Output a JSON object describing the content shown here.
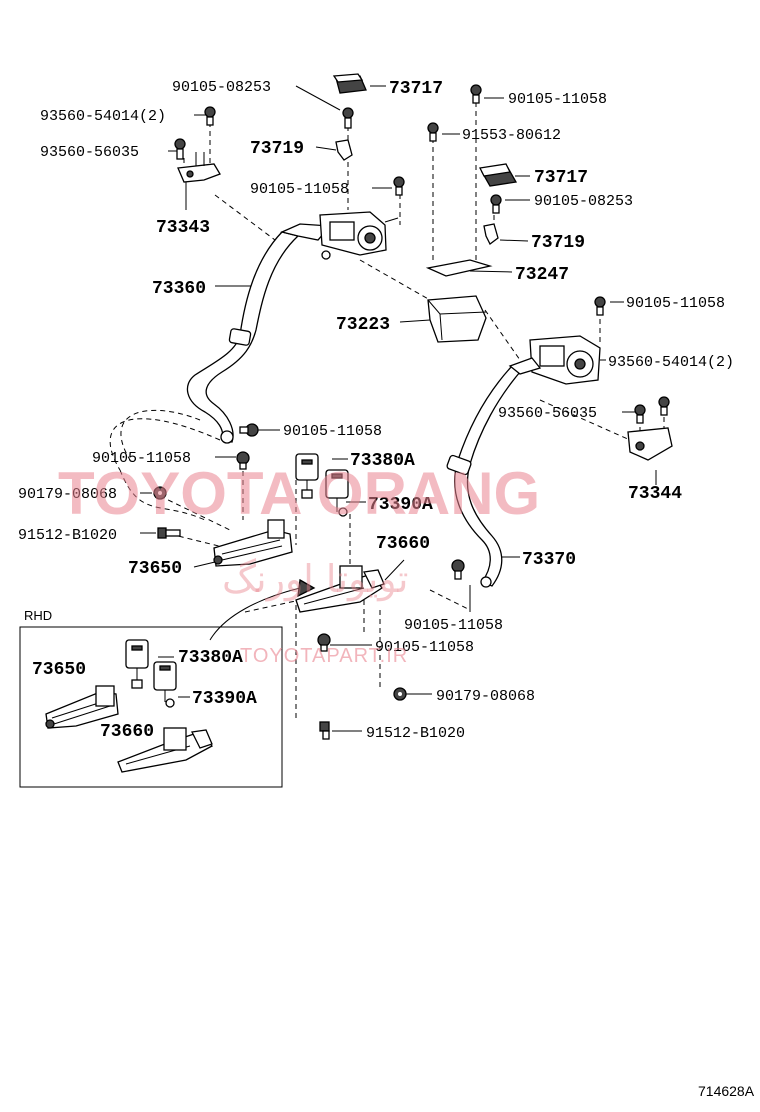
{
  "labels": {
    "l_90105_08253_a": "90105-08253",
    "l_73717_a": "73717",
    "l_90105_11058_a": "90105-11058",
    "l_93560_54014_2_a": "93560-54014(2)",
    "l_93560_56035_a": "93560-56035",
    "l_73719_a": "73719",
    "l_91553_80612": "91553-80612",
    "l_90105_11058_b": "90105-11058",
    "l_73717_b": "73717",
    "l_90105_08253_b": "90105-08253",
    "l_73343": "73343",
    "l_73719_b": "73719",
    "l_73247": "73247",
    "l_73360": "73360",
    "l_90105_11058_c": "90105-11058",
    "l_73223": "73223",
    "l_93560_54014_2_b": "93560-54014(2)",
    "l_93560_56035_b": "93560-56035",
    "l_90105_11058_d": "90105-11058",
    "l_90105_11058_e": "90105-11058",
    "l_73380A_a": "73380A",
    "l_73344": "73344",
    "l_90179_08068_a": "90179-08068",
    "l_73390A_a": "73390A",
    "l_91512_B1020_a": "91512-B1020",
    "l_73660_a": "73660",
    "l_73370": "73370",
    "l_73650_a": "73650",
    "l_90105_11058_f": "90105-11058",
    "l_rhd": "RHD",
    "l_90105_11058_g": "90105-11058",
    "l_73650_b": "73650",
    "l_73380A_b": "73380A",
    "l_90179_08068_b": "90179-08068",
    "l_73390A_b": "73390A",
    "l_73660_b": "73660",
    "l_91512_B1020_b": "91512-B1020",
    "figure_number": "714628A"
  },
  "watermark": {
    "brand": "TOYOTA ORANG",
    "persian": "تویوتا اورنگ",
    "site": "TOYOTAPART.IR",
    "color": "#e9848f"
  }
}
